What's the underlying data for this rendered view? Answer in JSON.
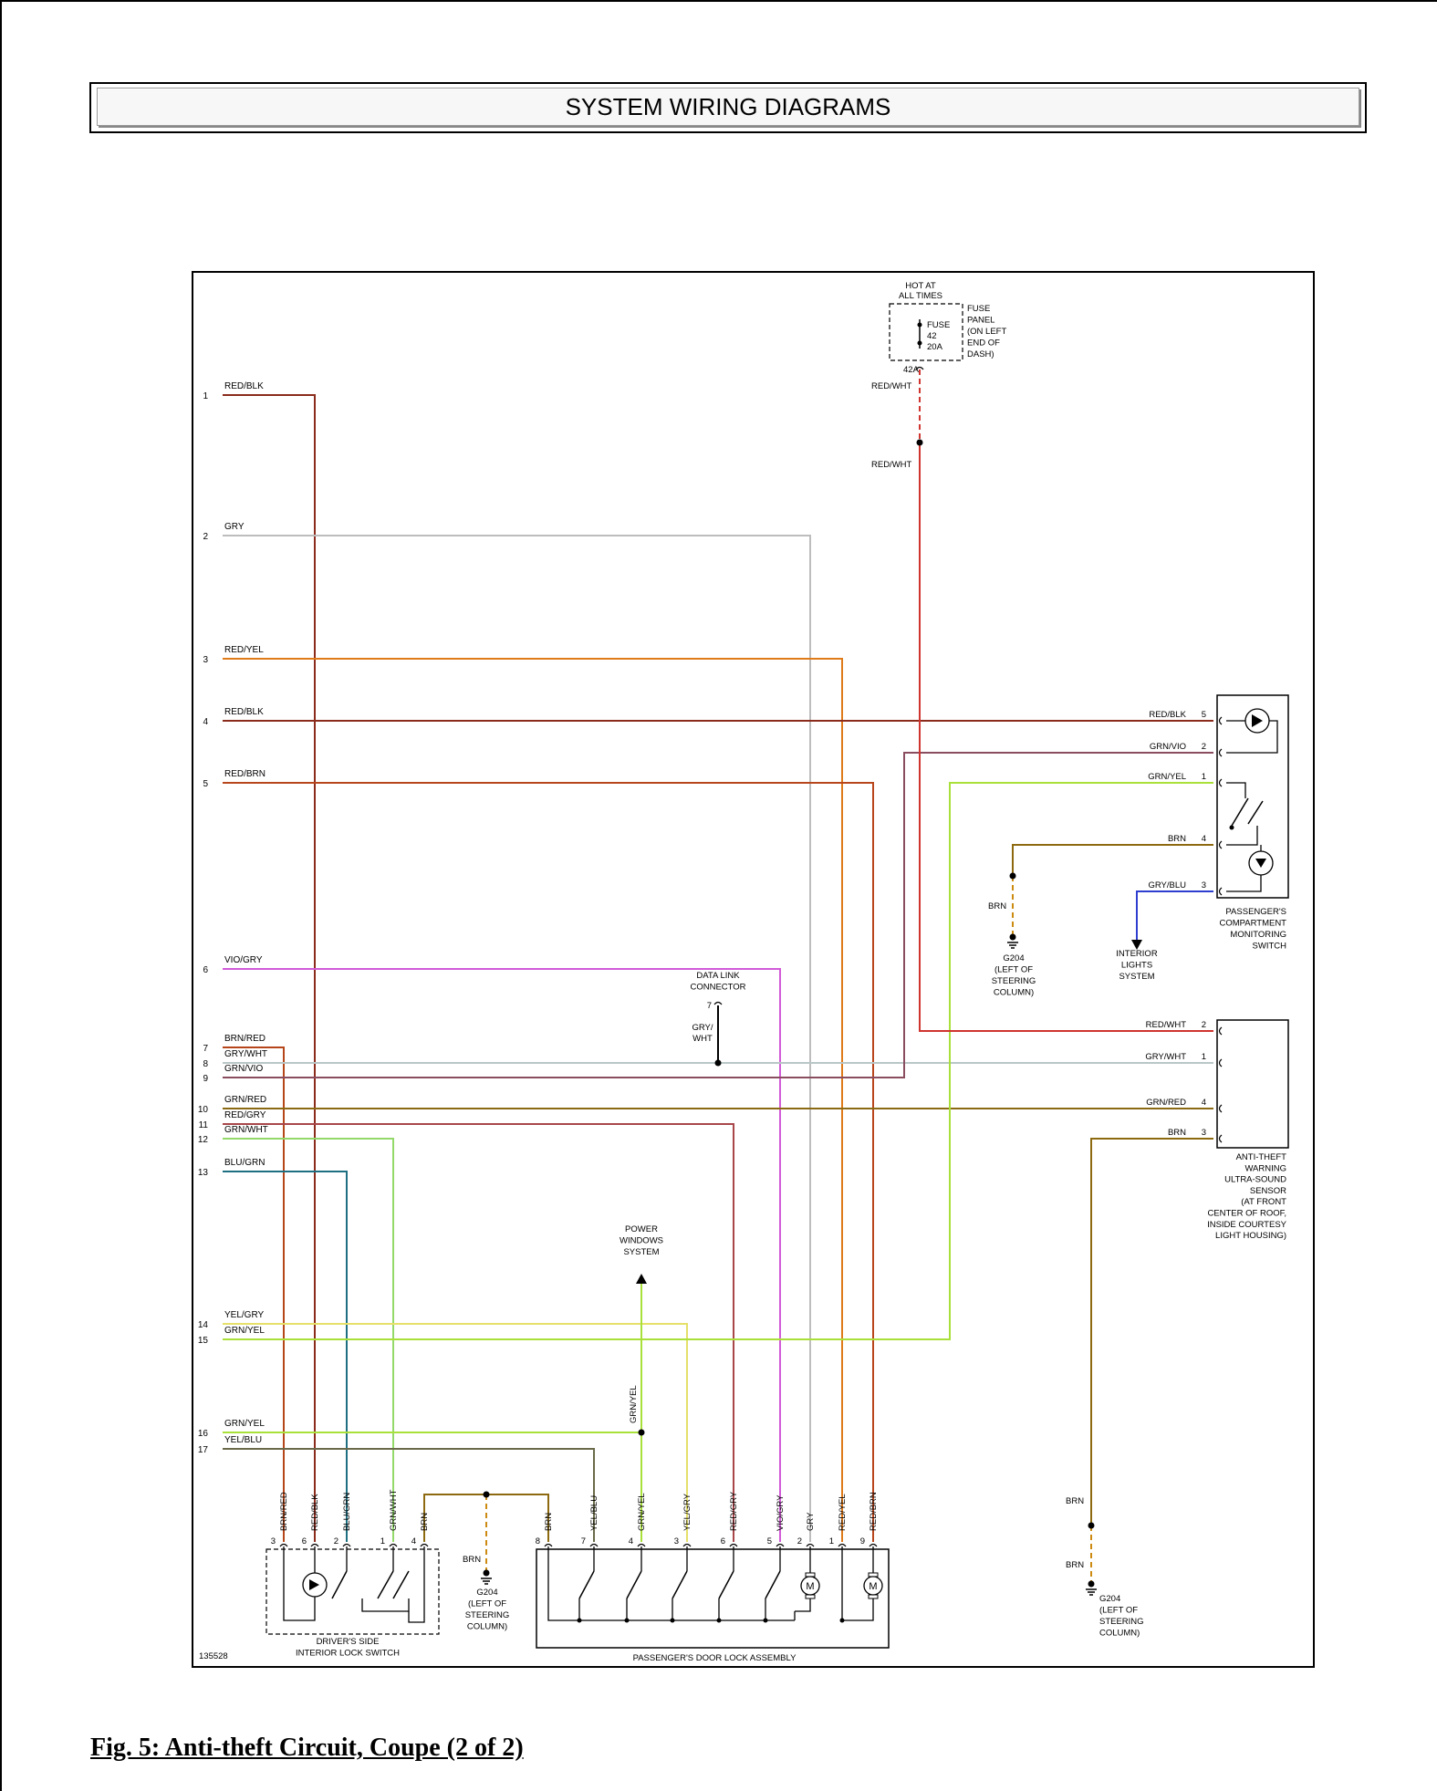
{
  "header": {
    "title": "SYSTEM WIRING DIAGRAMS"
  },
  "caption": "Fig. 5: Anti-theft Circuit, Coupe (2 of 2)",
  "diagram_id": "135528",
  "colors": {
    "RED/BLK": "#8b2b1b",
    "GRY": "#bdbdbd",
    "RED/YEL": "#e07b1a",
    "RED/BRN": "#b8461c",
    "VIO/GRY": "#d25ad8",
    "BRN/RED": "#b5461a",
    "GRY/WHT": "#b9c6c6",
    "GRN/VIO": "#8a4d5f",
    "GRN/RED": "#8a6a14",
    "RED/GRY": "#a8464a",
    "GRN/WHT": "#92d96a",
    "BLU/GRN": "#1f6f82",
    "YEL/GRY": "#e6e06a",
    "GRN/YEL": "#a9e03a",
    "YEL/BLU": "#6a6a4a",
    "RED/WHT": "#d0342e",
    "BRN": "#8d6a10",
    "GRY/BLU": "#2e3fd0",
    "ground_dash": "#cc8a10"
  },
  "left_pins": [
    {
      "num": "1",
      "label": "RED/BLK"
    },
    {
      "num": "2",
      "label": "GRY"
    },
    {
      "num": "3",
      "label": "RED/YEL"
    },
    {
      "num": "4",
      "label": "RED/BLK"
    },
    {
      "num": "5",
      "label": "RED/BRN"
    },
    {
      "num": "6",
      "label": "VIO/GRY"
    },
    {
      "num": "7",
      "label": "BRN/RED"
    },
    {
      "num": "8",
      "label": "GRY/WHT"
    },
    {
      "num": "9",
      "label": "GRN/VIO"
    },
    {
      "num": "10",
      "label": "GRN/RED"
    },
    {
      "num": "11",
      "label": "RED/GRY"
    },
    {
      "num": "12",
      "label": "GRN/WHT"
    },
    {
      "num": "13",
      "label": "BLU/GRN"
    },
    {
      "num": "14",
      "label": "YEL/GRY"
    },
    {
      "num": "15",
      "label": "GRN/YEL"
    },
    {
      "num": "16",
      "label": "GRN/YEL"
    },
    {
      "num": "17",
      "label": "YEL/BLU"
    }
  ],
  "fuse": {
    "hot_label": [
      "HOT AT",
      "ALL TIMES"
    ],
    "panel_label": [
      "FUSE",
      "PANEL",
      "(ON LEFT",
      "END OF",
      "DASH)"
    ],
    "fuse_label": [
      "FUSE",
      "42",
      "20A"
    ],
    "terminal": "42A",
    "wire_top": "RED/WHT",
    "wire_bottom": "RED/WHT"
  },
  "monitor_switch": {
    "title": [
      "PASSENGER'S",
      "COMPARTMENT",
      "MONITORING",
      "SWITCH"
    ],
    "pins": [
      {
        "num": "5",
        "label": "RED/BLK"
      },
      {
        "num": "2",
        "label": "GRN/VIO"
      },
      {
        "num": "1",
        "label": "GRN/YEL"
      },
      {
        "num": "4",
        "label": "BRN"
      },
      {
        "num": "3",
        "label": "GRY/BLU"
      }
    ]
  },
  "ground_g204_a": {
    "wire": "BRN",
    "label": [
      "G204",
      "(LEFT OF",
      "STEERING",
      "COLUMN)"
    ]
  },
  "interior_lights": [
    "INTERIOR",
    "LIGHTS",
    "SYSTEM"
  ],
  "sensor": {
    "title": [
      "ANTI-THEFT",
      "WARNING",
      "ULTRA-SOUND",
      "SENSOR",
      "(AT FRONT",
      "CENTER OF ROOF,",
      "INSIDE COURTESY",
      "LIGHT HOUSING)"
    ],
    "pins": [
      {
        "num": "2",
        "label": "RED/WHT"
      },
      {
        "num": "1",
        "label": "GRY/WHT"
      },
      {
        "num": "4",
        "label": "GRN/RED"
      },
      {
        "num": "3",
        "label": "BRN"
      }
    ]
  },
  "data_link": {
    "title": [
      "DATA LINK",
      "CONNECTOR"
    ],
    "pin": "7",
    "wire": [
      "GRY/",
      "WHT"
    ]
  },
  "power_windows": [
    "POWER",
    "WINDOWS",
    "SYSTEM"
  ],
  "power_windows_wire": "GRN/YEL",
  "ground_g204_b": {
    "wire_top": "BRN",
    "wire_bottom": "BRN",
    "label": [
      "G204",
      "(LEFT OF",
      "STEERING",
      "COLUMN)"
    ]
  },
  "ground_g204_c": {
    "wire": "BRN",
    "label": [
      "G204",
      "(LEFT OF",
      "STEERING",
      "COLUMN)"
    ]
  },
  "driver_switch": {
    "title": [
      "DRIVER'S SIDE",
      "INTERIOR LOCK SWITCH"
    ],
    "pins": [
      {
        "num": "3",
        "label": "BRN/RED"
      },
      {
        "num": "6",
        "label": "RED/BLK"
      },
      {
        "num": "2",
        "label": "BLU/GRN"
      },
      {
        "num": "1",
        "label": "GRN/WHT"
      },
      {
        "num": "4",
        "label": "BRN"
      }
    ]
  },
  "door_lock": {
    "title": "PASSENGER'S DOOR LOCK ASSEMBLY",
    "pins": [
      {
        "num": "8",
        "label": "BRN"
      },
      {
        "num": "7",
        "label": "YEL/BLU"
      },
      {
        "num": "4",
        "label": "GRN/YEL"
      },
      {
        "num": "3",
        "label": "YEL/GRY"
      },
      {
        "num": "6",
        "label": "RED/GRY"
      },
      {
        "num": "5",
        "label": "VIO/GRY"
      },
      {
        "num": "2",
        "label": "GRY"
      },
      {
        "num": "1",
        "label": "RED/YEL"
      },
      {
        "num": "9",
        "label": "RED/BRN"
      }
    ],
    "motor_label": "M"
  }
}
